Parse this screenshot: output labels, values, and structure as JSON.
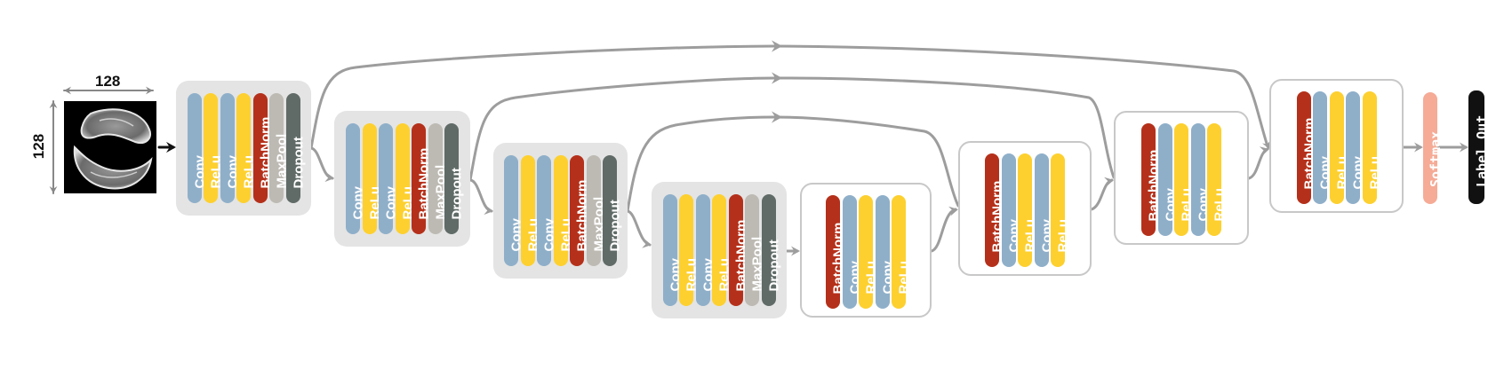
{
  "input": {
    "width_label": "128",
    "height_label": "128",
    "image": "grayscale brain-slice scan"
  },
  "colors": {
    "Conv": "#8fafc9",
    "ReLu": "#fdd02f",
    "BatchNorm": "#b5301a",
    "MaxPool": "#bdbab3",
    "Dropout": "#606b67",
    "Softmax": "#f5ab96",
    "LabelOut": "#111111",
    "arrow": "#9d9d9d",
    "input_arrow": "#111111"
  },
  "encoder_blocks": [
    {
      "layers": [
        "Conv",
        "ReLu",
        "Conv",
        "ReLu",
        "BatchNorm",
        "MaxPool",
        "Dropout"
      ]
    },
    {
      "layers": [
        "Conv",
        "ReLu",
        "Conv",
        "ReLu",
        "BatchNorm",
        "MaxPool",
        "Dropout"
      ]
    },
    {
      "layers": [
        "Conv",
        "ReLu",
        "Conv",
        "ReLu",
        "BatchNorm",
        "MaxPool",
        "Dropout"
      ]
    },
    {
      "layers": [
        "Conv",
        "ReLu",
        "Conv",
        "ReLu",
        "BatchNorm",
        "MaxPool",
        "Dropout"
      ]
    }
  ],
  "decoder_blocks": [
    {
      "layers": [
        "BatchNorm",
        "Conv",
        "ReLu",
        "Conv",
        "ReLu"
      ]
    },
    {
      "layers": [
        "BatchNorm",
        "Conv",
        "ReLu",
        "Conv",
        "ReLu"
      ]
    },
    {
      "layers": [
        "BatchNorm",
        "Conv",
        "ReLu",
        "Conv",
        "ReLu"
      ]
    },
    {
      "layers": [
        "BatchNorm",
        "Conv",
        "ReLu",
        "Conv",
        "ReLu"
      ]
    }
  ],
  "softmax_label": "Softmax",
  "output_label": "Label Out"
}
